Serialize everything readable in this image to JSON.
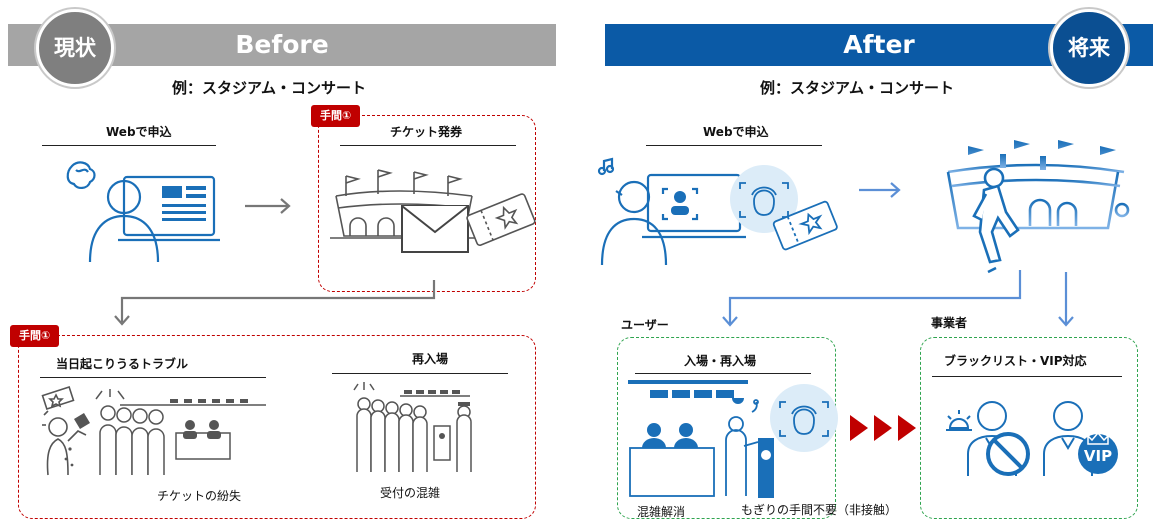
{
  "before": {
    "badge": "現状",
    "title": "Before",
    "example": "例：スタジアム・コンサート",
    "step_web": "Webで申込",
    "tag1": "手間①",
    "step_ticket": "チケット発券",
    "tag2": "手間①",
    "trouble_title": "当日起こりうるトラブル",
    "reentry_title": "再入場",
    "caption_lost": "チケットの紛失",
    "caption_crowd": "受付の混雑"
  },
  "after": {
    "badge": "将来",
    "title": "After",
    "example": "例：スタジアム・コンサート",
    "step_web": "Webで申込",
    "user_label": "ユーザー",
    "operator_label": "事業者",
    "entry_title": "入場・再入場",
    "blacklist_title": "ブラックリスト・VIP対応",
    "caption_relief": "混雑解消",
    "caption_contactless": "もぎりの手間不要（非接触）",
    "vip_text": "VIP"
  },
  "colors": {
    "before_banner": "#a5a5a5",
    "before_badge": "#7f7f7f",
    "after_banner": "#0b5aa6",
    "after_badge": "#0b4f92",
    "tag_red": "#c00000",
    "dashed_green": "#2fa44f",
    "arrow_blue": "#5b8fd6",
    "accent_red": "#c00000"
  }
}
